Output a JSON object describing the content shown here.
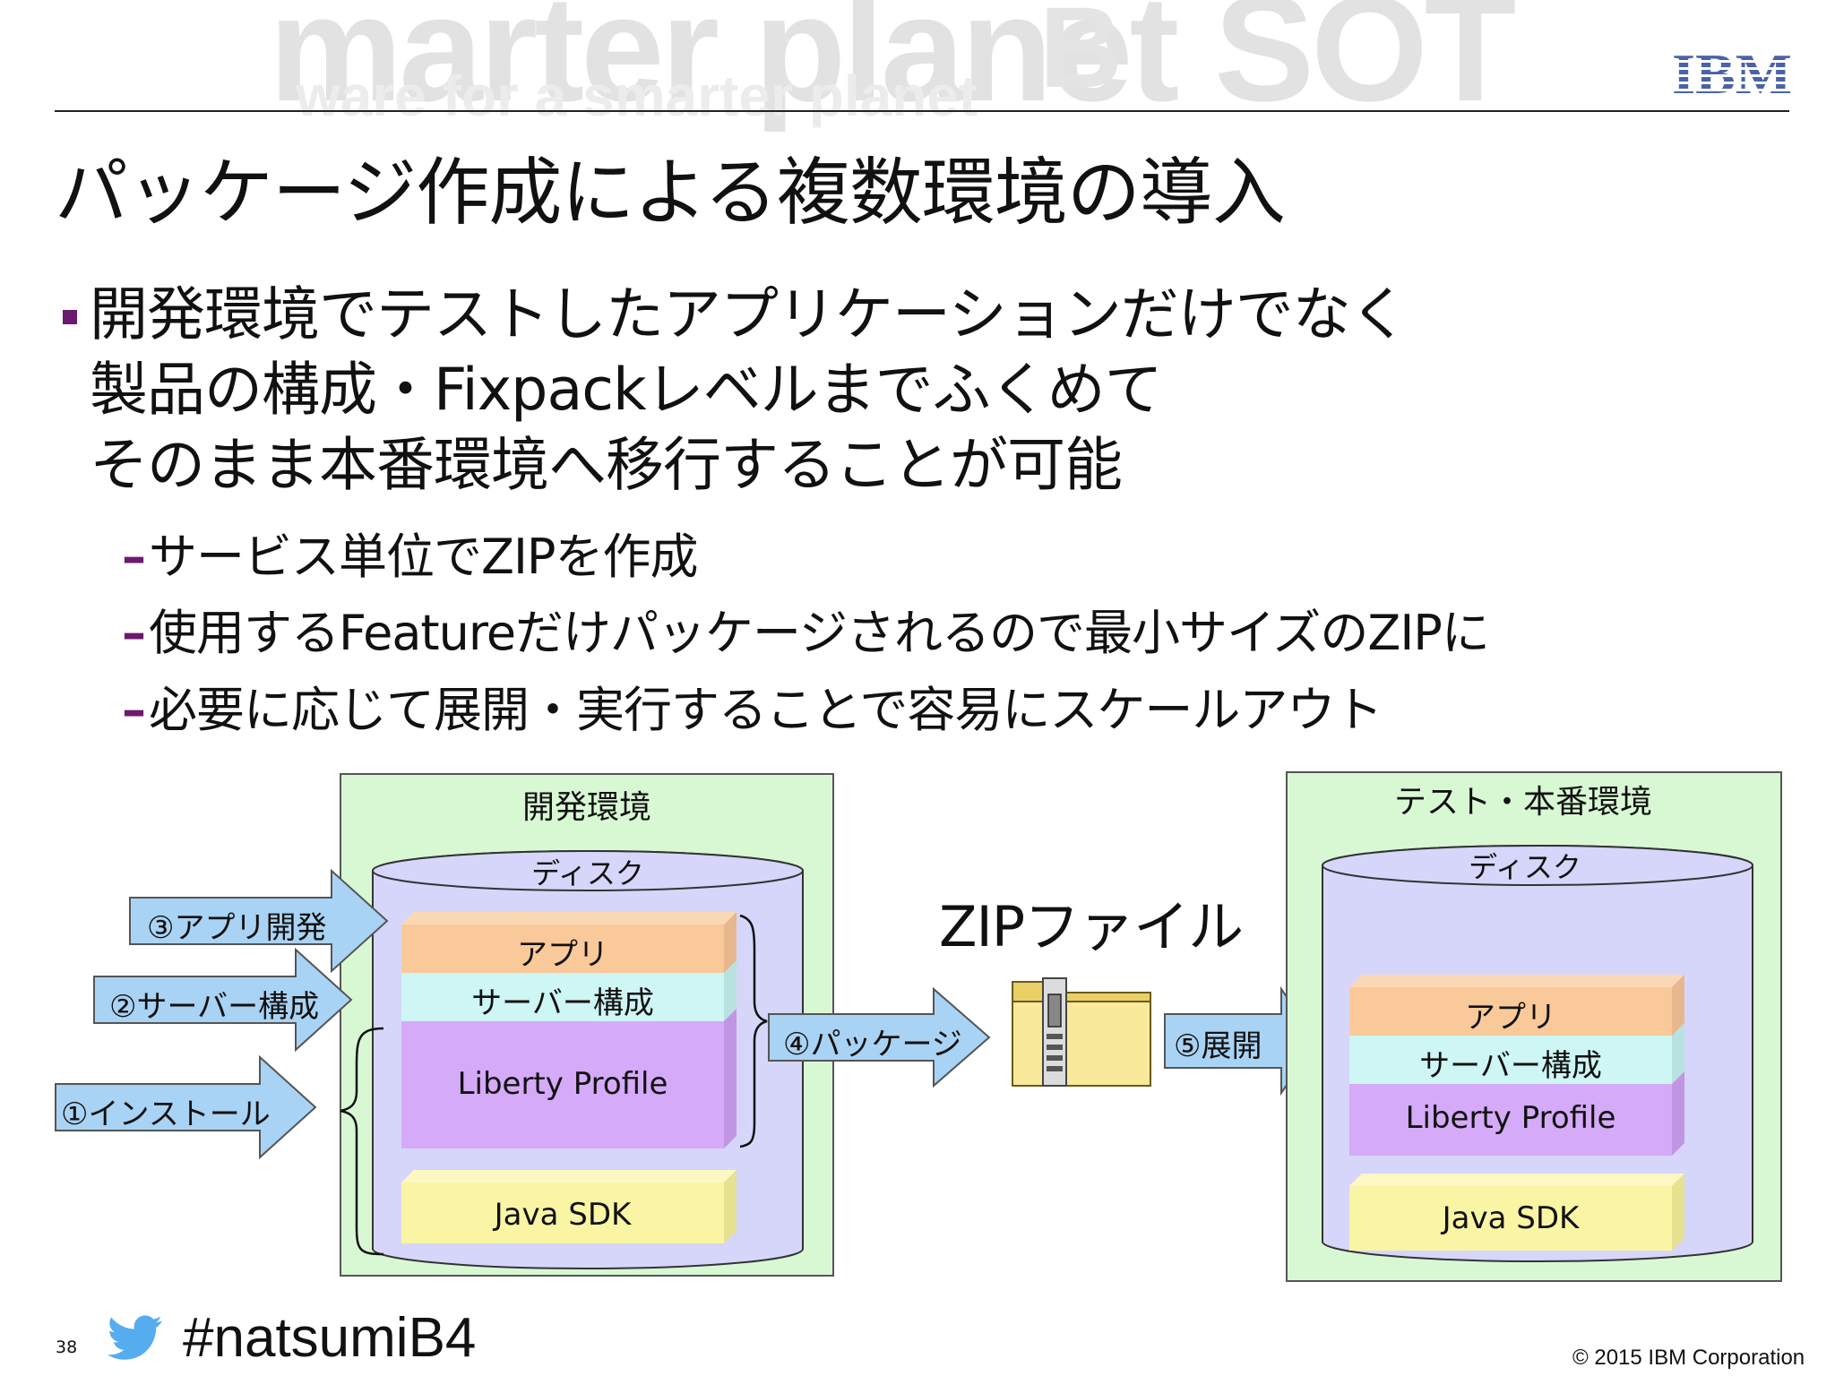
{
  "header": {
    "watermark_big": "marter planet SOT",
    "watermark_small": "ware for a smarter planet",
    "watermark_b": "B",
    "logo": "IBM",
    "logo_color": "#4a62a8"
  },
  "title": "パッケージ作成による複数環境の導入",
  "bullet": {
    "lines": [
      "開発環境でテストしたアプリケーションだけでなく",
      "製品の構成・Fixpackレベルまでふくめて",
      "そのまま本番環境へ移行することが可能"
    ],
    "subs": [
      "サービス単位でZIPを作成",
      "使用するFeatureだけパッケージされるので最小サイズのZIPに",
      "必要に応じて展開・実行することで容易にスケールアウト"
    ],
    "marker_color": "#6b1a6e"
  },
  "diagram": {
    "dev_env": {
      "title": "開発環境",
      "disk": "ディスク",
      "layers": [
        "アプリ",
        "サーバー構成",
        "Liberty Profile",
        "Java SDK"
      ]
    },
    "prod_env": {
      "title": "テスト・本番環境",
      "disk": "ディスク",
      "layers": [
        "アプリ",
        "サーバー構成",
        "Liberty Profile",
        "Java SDK"
      ]
    },
    "steps": {
      "install": "①インストール",
      "server_config": "②サーバー構成",
      "app_dev": "③アプリ開発",
      "package": "④パッケージ",
      "deploy": "⑤展開"
    },
    "zip_label": "ZIPファイル",
    "colors": {
      "env_bg": "#d8f8d4",
      "disk_bg": "#d6d6fb",
      "app": "#f9c99a",
      "server": "#cdf6f4",
      "liberty": "#d5aaf8",
      "java": "#f9f5a4",
      "arrow": "#a9d3f4"
    }
  },
  "footer": {
    "page_number": "38",
    "hashtag": "#natsumiB4",
    "copyright": "© 2015 IBM Corporation"
  }
}
